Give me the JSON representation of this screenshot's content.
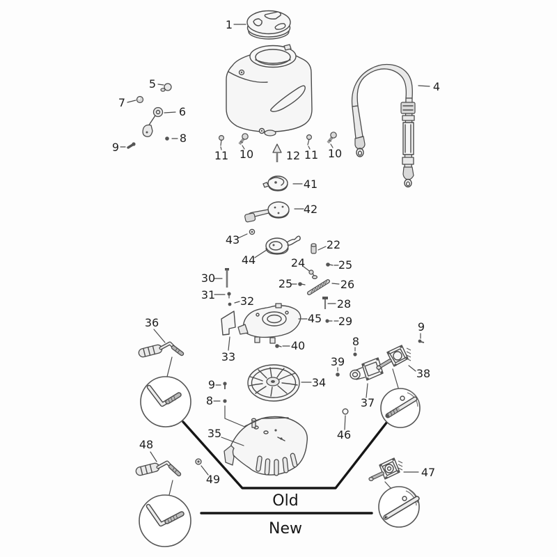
{
  "page": {
    "ink_color": "#1f1f1f",
    "background": "#fdfdfd"
  },
  "diagram": {
    "callouts": {
      "c1": "1",
      "c5": "5",
      "c7": "7",
      "c6": "6",
      "c9a": "9",
      "c8a": "8",
      "c11a": "11",
      "c10a": "10",
      "c12": "12",
      "c11b": "11",
      "c10b": "10",
      "c4": "4",
      "c41": "41",
      "c42": "42",
      "c43": "43",
      "c44": "44",
      "c22": "22",
      "c24": "24",
      "c25a": "25",
      "c25b": "25",
      "c26": "26",
      "c30": "30",
      "c31": "31",
      "c32": "32",
      "c28": "28",
      "c29": "29",
      "c45": "45",
      "c36": "36",
      "c33": "33",
      "c40": "40",
      "c9b": "9",
      "c8b": "8",
      "c34": "34",
      "c39": "39",
      "c8c": "8",
      "c9c": "9",
      "c37": "37",
      "c38": "38",
      "c46": "46",
      "c35": "35",
      "c48": "48",
      "c49": "49",
      "c47": "47"
    },
    "annotations": {
      "old": "Old",
      "new": "New"
    }
  }
}
